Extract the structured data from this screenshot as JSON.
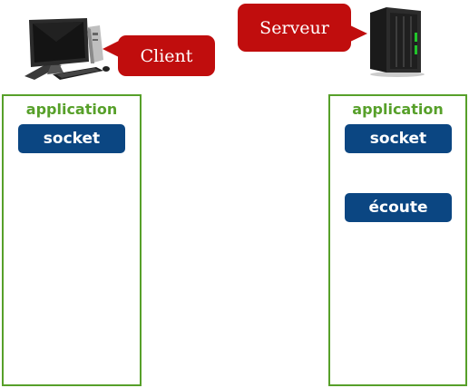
{
  "bubbles": {
    "client": "Client",
    "serveur": "Serveur"
  },
  "client_panel": {
    "title": "application",
    "socket": "socket"
  },
  "server_panel": {
    "title": "application",
    "socket": "socket",
    "listen": "écoute"
  },
  "colors": {
    "bubble": "#c00d0d",
    "panel_border": "#57a02a",
    "pill": "#0b4682"
  },
  "icons": [
    "desktop-computer-icon",
    "server-tower-icon"
  ]
}
